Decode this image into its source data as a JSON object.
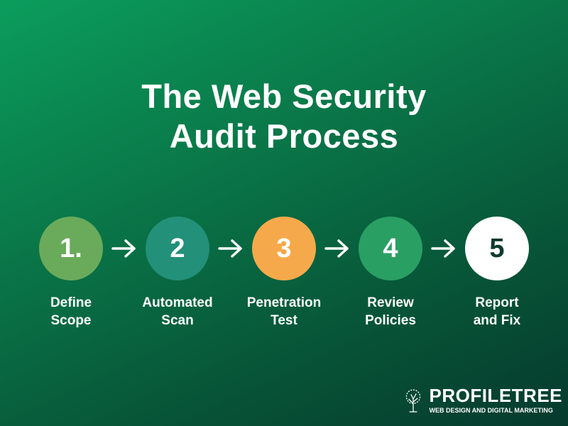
{
  "title_lines": [
    "The Web Security",
    "Audit Process"
  ],
  "steps": [
    {
      "number": "1.",
      "label_lines": [
        "Define",
        "Scope"
      ],
      "color": "#6aab5b",
      "text_color": "#ffffff"
    },
    {
      "number": "2",
      "label_lines": [
        "Automated",
        "Scan"
      ],
      "color": "#239079",
      "text_color": "#ffffff"
    },
    {
      "number": "3",
      "label_lines": [
        "Penetration",
        "Test"
      ],
      "color": "#f6a94a",
      "text_color": "#ffffff"
    },
    {
      "number": "4",
      "label_lines": [
        "Review",
        "Policies"
      ],
      "color": "#2a9f63",
      "text_color": "#ffffff"
    },
    {
      "number": "5",
      "label_lines": [
        "Report",
        "and Fix"
      ],
      "color": "#ffffff",
      "text_color": "#0d3b2e"
    }
  ],
  "connector_icon": "arrow-right-icon",
  "logo": {
    "name": "PROFILETREE",
    "tagline": "WEB DESIGN AND DIGITAL MARKETING",
    "icon": "tree-icon"
  }
}
